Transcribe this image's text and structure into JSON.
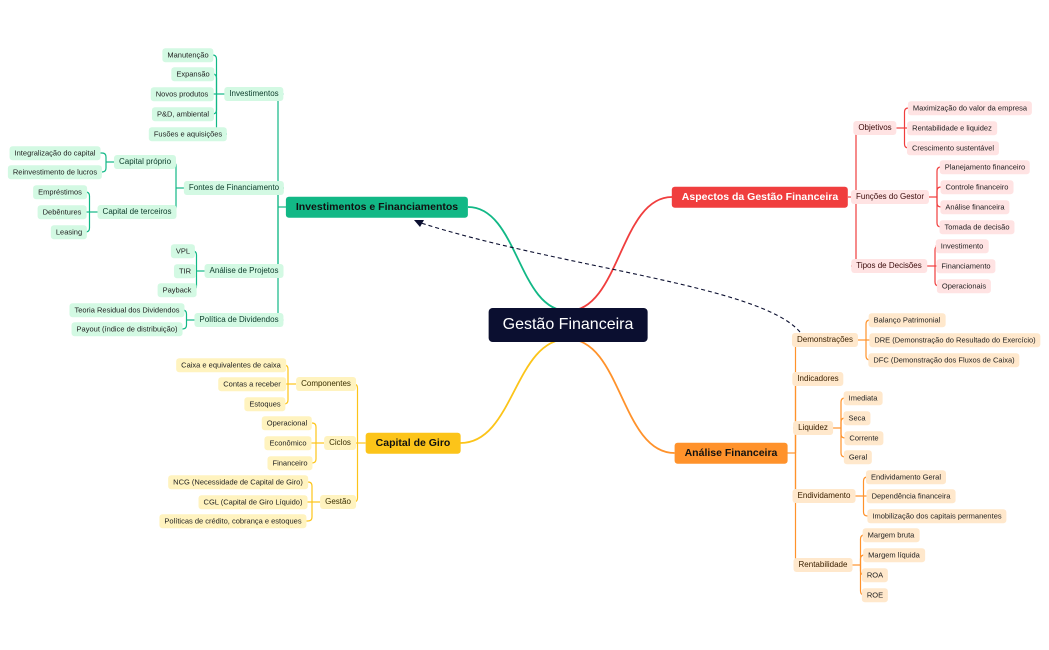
{
  "title": "Gestão Financeira",
  "colors": {
    "green": "#12b886",
    "red": "#f03e3e",
    "yellow": "#fcc419",
    "orange": "#ff922b",
    "root": "#0b0f30"
  },
  "branches": {
    "investimentos": {
      "label": "Investimentos e Financiamentos",
      "children": [
        {
          "label": "Investimentos",
          "children": [
            "Manutenção",
            "Expansão",
            "Novos produtos",
            "P&D, ambiental",
            "Fusões e aquisições"
          ]
        },
        {
          "label": "Fontes de Financiamento",
          "children": [
            {
              "label": "Capital próprio",
              "children": [
                "Integralização do capital",
                "Reinvestimento de lucros"
              ]
            },
            {
              "label": "Capital de terceiros",
              "children": [
                "Empréstimos",
                "Debêntures",
                "Leasing"
              ]
            }
          ]
        },
        {
          "label": "Análise de Projetos",
          "children": [
            "VPL",
            "TIR",
            "Payback"
          ]
        },
        {
          "label": "Política de Dividendos",
          "children": [
            "Teoria Residual dos Dividendos",
            "Payout (índice de distribuição)"
          ]
        }
      ]
    },
    "capital_giro": {
      "label": "Capital de Giro",
      "children": [
        {
          "label": "Componentes",
          "children": [
            "Caixa e equivalentes de caixa",
            "Contas a receber",
            "Estoques"
          ]
        },
        {
          "label": "Ciclos",
          "children": [
            "Operacional",
            "Econômico",
            "Financeiro"
          ]
        },
        {
          "label": "Gestão",
          "children": [
            "NCG (Necessidade de Capital de Giro)",
            "CGL (Capital de Giro Líquido)",
            "Políticas de crédito, cobrança e estoques"
          ]
        }
      ]
    },
    "aspectos": {
      "label": "Aspectos da Gestão Financeira",
      "children": [
        {
          "label": "Objetivos",
          "children": [
            "Maximização do valor da empresa",
            "Rentabilidade e liquidez",
            "Crescimento sustentável"
          ]
        },
        {
          "label": "Funções do Gestor",
          "children": [
            "Planejamento financeiro",
            "Controle financeiro",
            "Análise financeira",
            "Tomada de decisão"
          ]
        },
        {
          "label": "Tipos de Decisões",
          "children": [
            "Investimento",
            "Financiamento",
            "Operacionais"
          ]
        }
      ]
    },
    "analise": {
      "label": "Análise Financeira",
      "children": [
        {
          "label": "Demonstrações",
          "children": [
            "Balanço Patrimonial",
            "DRE (Demonstração do Resultado do Exercício)",
            "DFC (Demonstração dos Fluxos de Caixa)"
          ]
        },
        {
          "label": "Indicadores",
          "children": []
        },
        {
          "label": "Liquidez",
          "children": [
            "Imediata",
            "Seca",
            "Corrente",
            "Geral"
          ]
        },
        {
          "label": "Endividamento",
          "children": [
            "Endividamento Geral",
            "Dependência financeira",
            "Imobilização dos capitais permanentes"
          ]
        },
        {
          "label": "Rentabilidade",
          "children": [
            "Margem bruta",
            "Margem líquida",
            "ROA",
            "ROE"
          ]
        }
      ]
    }
  }
}
